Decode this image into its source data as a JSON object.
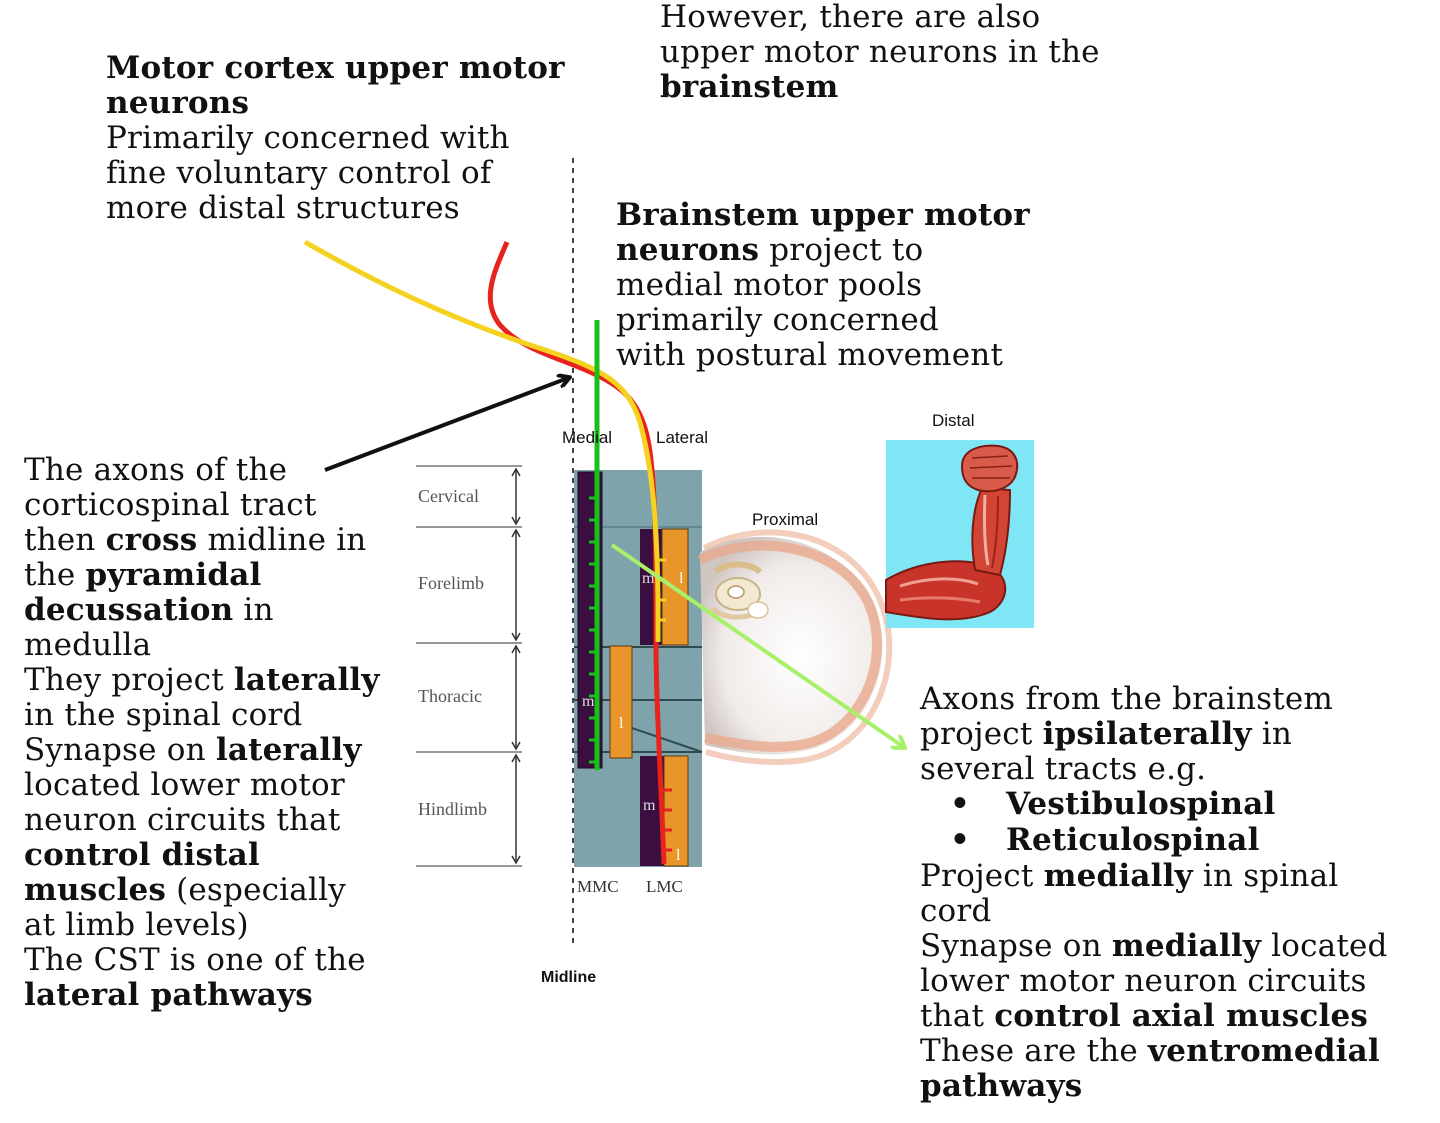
{
  "notes": {
    "brainstem_also": [
      "However, there are also",
      "upper motor neurons in the",
      "brainstem"
    ],
    "motor_cortex": {
      "title1": "Motor cortex upper motor",
      "title2": "neurons",
      "body": [
        "Primarily concerned with",
        "fine voluntary control of",
        "more distal structures"
      ]
    },
    "brainstem_umn": {
      "l1_bold": "Brainstem upper motor",
      "l2_bold": "neurons",
      "l2_rest": " project to",
      "l3": "medial motor pools",
      "l4": "primarily concerned",
      "l5": "with postural movement"
    },
    "cst": {
      "l1": "The axons of the",
      "l2": "corticospinal tract",
      "l3_a": "then ",
      "l3_b": "cross",
      "l3_c": " midline in",
      "l4_a": "the ",
      "l4_b": "pyramidal",
      "l5_a": "decussation",
      "l5_b": " in",
      "l6": "medulla",
      "l7_a": "They project ",
      "l7_b": "laterally",
      "l8": "in the spinal cord",
      "l9_a": "Synapse on ",
      "l9_b": "laterally",
      "l10": "located lower motor",
      "l11": "neuron circuits that",
      "l12": "control distal",
      "l13_a": "muscles",
      "l13_b": " (especially",
      "l14": "at limb levels)",
      "l15": "The CST is one of the",
      "l16": "lateral pathways"
    },
    "ipsi": {
      "l1": "Axons from the brainstem",
      "l2_a": "project ",
      "l2_b": "ipsilaterally",
      "l2_c": " in",
      "l3": "several tracts e.g.",
      "bullet_char": "•",
      "bullets": [
        "Vestibulospinal",
        "Reticulospinal"
      ],
      "l4_a": "Project ",
      "l4_b": "medially",
      "l4_c": " in spinal",
      "l5": "cord",
      "l6_a": "Synapse on ",
      "l6_b": "medially",
      "l6_c": " located",
      "l7": "lower motor neuron circuits",
      "l8_a": "that ",
      "l8_b": "control axial muscles",
      "l9_a": "These are the ",
      "l9_b": "ventromedial",
      "l10": "pathways"
    }
  },
  "figure": {
    "medial_label": "Medial",
    "lateral_label": "Lateral",
    "distal_label": "Distal",
    "proximal_label": "Proximal",
    "midline_label": "Midline",
    "mmc_label": "MMC",
    "lmc_label": "LMC",
    "segments": [
      "Cervical",
      "Forelimb",
      "Thoracic",
      "Hindlimb"
    ],
    "column_letters": {
      "lmc_upper": "l",
      "thoracic": "l",
      "hindlimb_lmc": "l",
      "m_thoracic": "m",
      "m_hindlimb": "m",
      "m_upper": "m"
    }
  },
  "colors": {
    "corticospinal_red": "#e8231d",
    "corticospinal_yellow": "#f4d21f",
    "brainstem_green": "#16c21a",
    "arrow_lightgreen": "#a8f06a",
    "cord_bg": "#7fa3ab",
    "mmc_purple": "#3a0f3f",
    "lmc_orange": "#e8952a",
    "distal_bg": "#7ee6f4"
  }
}
